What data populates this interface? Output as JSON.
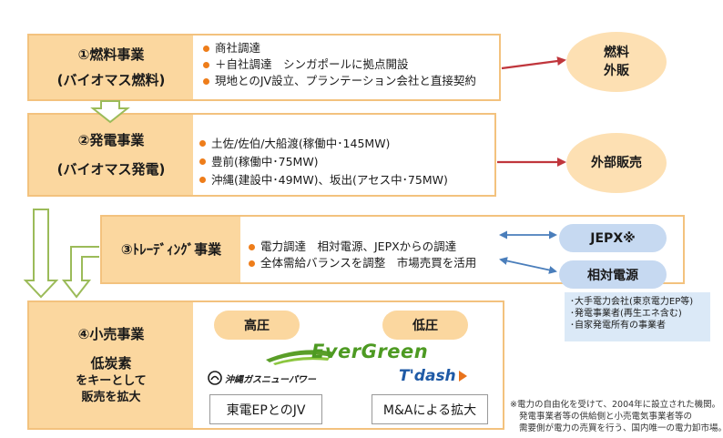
{
  "rows": {
    "fuel": {
      "title": "①燃料事業",
      "subtitle": "(バイオマス燃料)",
      "bullets": [
        "商社調達",
        "＋自社調達　シンガポールに拠点開設",
        "現地とのJV設立、プランテーション会社と直接契約"
      ]
    },
    "power": {
      "title": "②発電事業",
      "subtitle": "(バイオマス発電)",
      "bullets": [
        "土佐/佐伯/大船渡(稼働中･145MW)",
        "豊前(稼働中･75MW)",
        "沖縄(建設中･49MW)、坂出(アセス中･75MW)"
      ]
    },
    "trading": {
      "title": "③ﾄﾚｰﾃﾞｨﾝｸﾞ事業",
      "bullets": [
        "電力調達　相対電源、JEPXからの調達",
        "全体需給バランスを調整　市場売買を活用"
      ]
    },
    "retail": {
      "title": "④小売事業",
      "line2": "低炭素",
      "line3": "をキーとして",
      "line4": "販売を拡大"
    }
  },
  "outputs": {
    "fuel_sales_line1": "燃料",
    "fuel_sales_line2": "外販",
    "external_sales": "外部販売"
  },
  "trading_partners": {
    "jepx": "JEPX※",
    "bilateral": "相対電源",
    "note_lines": [
      "･大手電力会社(東京電力EP等)",
      "･発電事業者(再生エネ含む)",
      "･自家発電所有の事業者"
    ]
  },
  "retail_inner": {
    "high_voltage": "高圧",
    "low_voltage": "低圧",
    "evergreen_logo": "EverGreen",
    "okinawa_logo": "沖縄ガスニューパワー",
    "tdash_logo": "T'dash",
    "jv_label": "東電EPとのJV",
    "ma_label": "M&Aによる拡大"
  },
  "footnote": {
    "lines": [
      "※電力の自由化を受けて、2004年に設立された機関。",
      "発電事業者等の供給側と小売電気事業者等の",
      "需要側が電力の売買を行う、国内唯一の電力卸市場。"
    ]
  },
  "colors": {
    "label_fill": "#fbd79f",
    "box_border": "#f3c27e",
    "bullet": "#ee7d1a",
    "down_arrow": "#9bbb59",
    "red_arrow": "#c0363c",
    "blue_arrow": "#4a7ebb",
    "pill_fill": "#c6d9f1",
    "evergreen": "#5a9e28"
  }
}
